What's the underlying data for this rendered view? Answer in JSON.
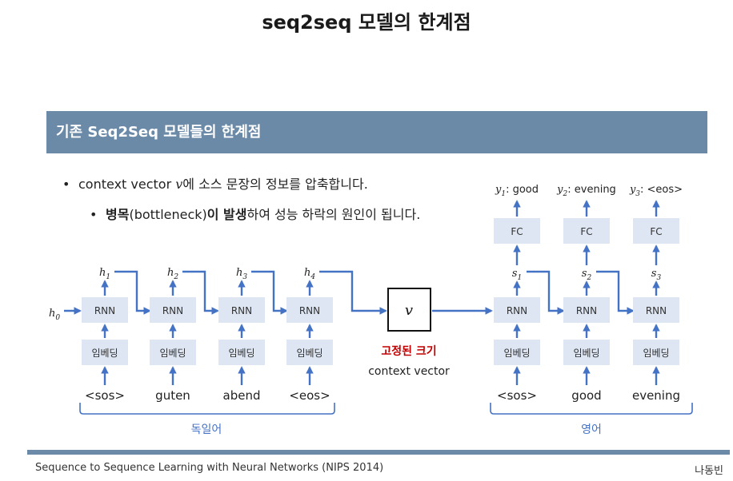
{
  "title": "seq2seq 모델의 한계점",
  "banner": "기존 Seq2Seq 모델들의 한계점",
  "bullets": {
    "b1_pre": "context vector ",
    "b1_var": "v",
    "b1_post": "에 소스 문장의 정보를 압축합니다.",
    "b2_bold": "병목",
    "b2_mid": "(bottleneck)",
    "b2_bold2": "이 발생",
    "b2_post": "하여 성능 하락의 원인이 됩니다."
  },
  "diagram": {
    "h0": "h",
    "h0_sub": "0",
    "encoder": {
      "rnn_label": "RNN",
      "embed_label": "임베딩",
      "hidden": [
        {
          "base": "h",
          "sub": "1"
        },
        {
          "base": "h",
          "sub": "2"
        },
        {
          "base": "h",
          "sub": "3"
        },
        {
          "base": "h",
          "sub": "4"
        }
      ],
      "inputs": [
        "<sos>",
        "guten",
        "abend",
        "<eos>"
      ],
      "language": "독일어"
    },
    "context": {
      "symbol": "v",
      "label_red": "고정된 크기",
      "label_black": "context vector"
    },
    "decoder": {
      "rnn_label": "RNN",
      "embed_label": "임베딩",
      "fc_label": "FC",
      "states": [
        {
          "base": "s",
          "sub": "1"
        },
        {
          "base": "s",
          "sub": "2"
        },
        {
          "base": "s",
          "sub": "3"
        }
      ],
      "outputs": [
        {
          "base": "y",
          "sub": "1",
          "text": ": good"
        },
        {
          "base": "y",
          "sub": "2",
          "text": ": evening"
        },
        {
          "base": "y",
          "sub": "3",
          "text": ": <eos>"
        }
      ],
      "inputs": [
        "<sos>",
        "good",
        "evening"
      ],
      "language": "영어"
    }
  },
  "footer": {
    "left": "Sequence to Sequence Learning with Neural Networks (NIPS 2014)",
    "right": "나동빈"
  }
}
